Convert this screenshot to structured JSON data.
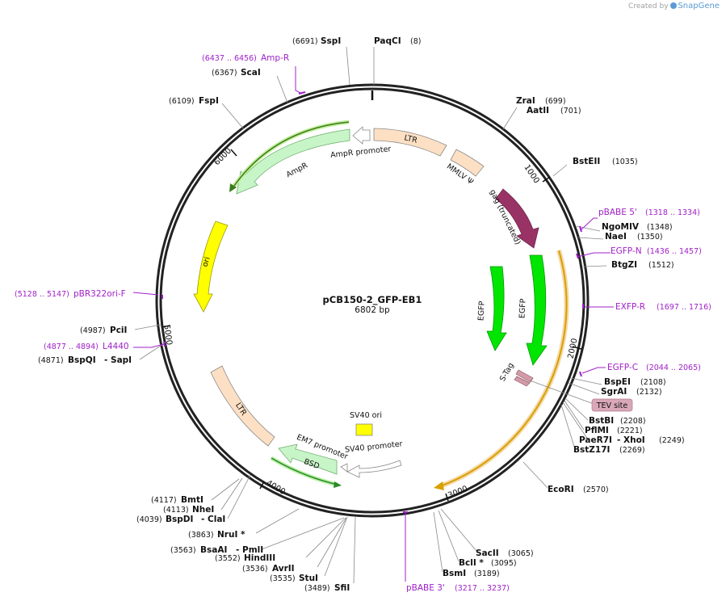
{
  "credit": {
    "prefix": "Created by",
    "brand": "SnapGene"
  },
  "plasmid": {
    "name": "pCB150-2_GFP-EB1",
    "size_label": "6802 bp",
    "length": 6802
  },
  "ticks": [
    "1000",
    "2000",
    "3000",
    "4000",
    "5000",
    "6000"
  ],
  "features": [
    {
      "id": "ltr-1",
      "label": "LTR",
      "color": "#fde0c4"
    },
    {
      "id": "mmlv",
      "label": "MMLV Ψ",
      "color": "#fde0c4"
    },
    {
      "id": "gag",
      "label": "gag (truncated)",
      "color": "#993366"
    },
    {
      "id": "egfp-1",
      "label": "EGFP",
      "color": "#00e600"
    },
    {
      "id": "egfp-2",
      "label": "EGFP",
      "color": "#00e600"
    },
    {
      "id": "s-tag",
      "label": "S-Tag",
      "color": "#d59aa8"
    },
    {
      "id": "tev",
      "label": "TEV site",
      "color": "#d59aa8"
    },
    {
      "id": "ltr-2",
      "label": "LTR",
      "color": "#fde0c4"
    },
    {
      "id": "sv40-ori",
      "label": "SV40 ori",
      "color": "#ffff00"
    },
    {
      "id": "sv40-prom",
      "label": "SV40 promoter",
      "color": "#ffffff"
    },
    {
      "id": "em7",
      "label": "EM7 promoter",
      "color": "#ffffff"
    },
    {
      "id": "bsd",
      "label": "BSD",
      "color": "#c8f5c8"
    },
    {
      "id": "ori",
      "label": "ori",
      "color": "#ffff00"
    },
    {
      "id": "ampr",
      "label": "AmpR",
      "color": "#c8f5c8"
    },
    {
      "id": "ampr-prom",
      "label": "AmpR promoter",
      "color": "#ffffff"
    }
  ],
  "enzymes": [
    {
      "name": "SspI",
      "pos": "(6691)"
    },
    {
      "name": "PaqCI",
      "pos": "(8)"
    },
    {
      "name": "ScaI",
      "pos": "(6367)"
    },
    {
      "name": "FspI",
      "pos": "(6109)"
    },
    {
      "name": "ZraI",
      "pos": "(699)"
    },
    {
      "name": "AatII",
      "pos": "(701)"
    },
    {
      "name": "BstEII",
      "pos": "(1035)"
    },
    {
      "name": "NgoMIV",
      "pos": "(1348)"
    },
    {
      "name": "NaeI",
      "pos": "(1350)"
    },
    {
      "name": "BtgZI",
      "pos": "(1512)"
    },
    {
      "name": "BspEI",
      "pos": "(2108)"
    },
    {
      "name": "SgrAI",
      "pos": "(2132)"
    },
    {
      "name": "BstBI",
      "pos": "(2208)"
    },
    {
      "name": "PflMI",
      "pos": "(2221)"
    },
    {
      "name": "PaeR7I",
      "pos": "(2249)",
      "extra": "- XhoI"
    },
    {
      "name": "BstZ17I",
      "pos": "(2269)"
    },
    {
      "name": "EcoRI",
      "pos": "(2570)"
    },
    {
      "name": "SacII",
      "pos": "(3065)"
    },
    {
      "name": "BclI *",
      "pos": "(3095)"
    },
    {
      "name": "BsmI",
      "pos": "(3189)"
    },
    {
      "name": "SfiI",
      "pos": "(3489)"
    },
    {
      "name": "StuI",
      "pos": "(3535)"
    },
    {
      "name": "AvrII",
      "pos": "(3536)"
    },
    {
      "name": "HindIII",
      "pos": "(3552)"
    },
    {
      "name": "BsaAI",
      "pos": "(3563)",
      "extra": "- PmlI"
    },
    {
      "name": "NruI *",
      "pos": "(3863)"
    },
    {
      "name": "BspDI",
      "pos": "(4039)",
      "extra": "- ClaI"
    },
    {
      "name": "NheI",
      "pos": "(4113)"
    },
    {
      "name": "BmtI",
      "pos": "(4117)"
    },
    {
      "name": "BspQI",
      "pos": "(4871)",
      "extra": "- SapI"
    },
    {
      "name": "PciI",
      "pos": "(4987)"
    }
  ],
  "primers": [
    {
      "name": "Amp-R",
      "range": "(6437 .. 6456)",
      "color": "#a020c8"
    },
    {
      "name": "pBABE 5'",
      "range": "(1318 .. 1334)",
      "color": "#a020c8"
    },
    {
      "name": "EGFP-N",
      "range": "(1436 .. 1457)",
      "color": "#a020c8"
    },
    {
      "name": "EXFP-R",
      "range": "(1697 .. 1716)",
      "color": "#a020c8"
    },
    {
      "name": "EGFP-C",
      "range": "(2044 .. 2065)",
      "color": "#a020c8"
    },
    {
      "name": "pBABE 3'",
      "range": "(3217 .. 3237)",
      "color": "#a020c8"
    },
    {
      "name": "pBR322ori-F",
      "range": "(5128 .. 5147)",
      "color": "#a020c8"
    },
    {
      "name": "L4440",
      "range": "(4877 .. 4894)",
      "color": "#a020c8"
    }
  ]
}
